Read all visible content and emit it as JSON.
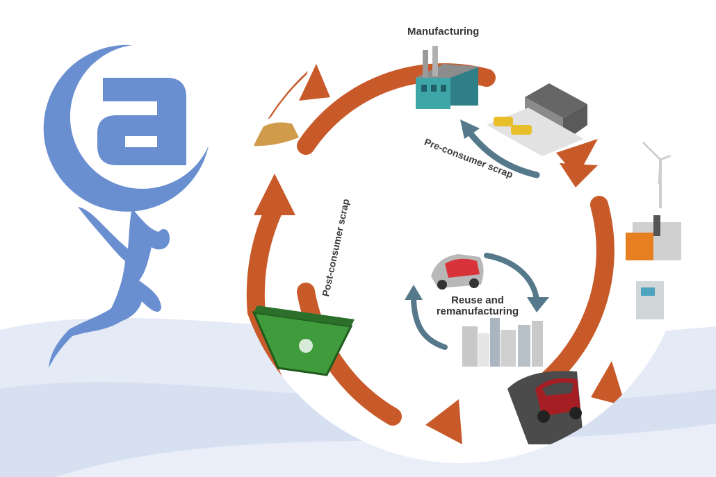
{
  "diagram": {
    "labels": {
      "manufacturing": "Manufacturing",
      "pre_consumer_scrap": "Pre-consumer scrap",
      "post_consumer_scrap": "Post-consumer scrap",
      "reuse_line1": "Reuse and",
      "reuse_line2": "remanufacturing"
    },
    "colors": {
      "loop_arrow": "#c85a2a",
      "inner_arrow": "#55788a",
      "logo_blue": "#6a8fd0",
      "background_wave": "#dfe6f4"
    }
  }
}
